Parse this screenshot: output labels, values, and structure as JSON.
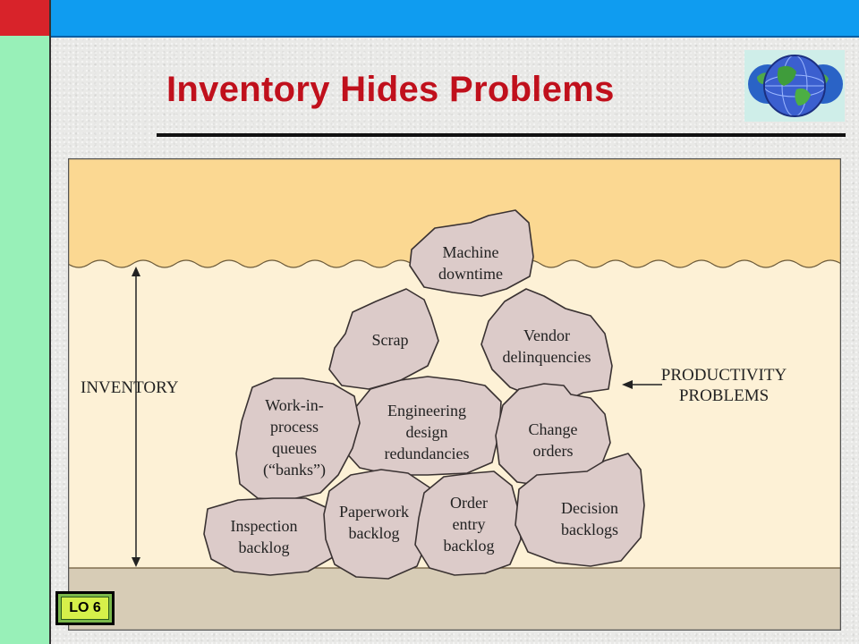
{
  "slide": {
    "title": "Inventory Hides Problems",
    "lo_badge": "LO 6"
  },
  "diagram": {
    "inventory_label": "INVENTORY",
    "pointer_label_lines": [
      "PRODUCTIVITY",
      "PROBLEMS"
    ],
    "rocks": [
      {
        "id": "machine-downtime",
        "lines": [
          "Machine",
          "downtime"
        ]
      },
      {
        "id": "scrap",
        "lines": [
          "Scrap"
        ]
      },
      {
        "id": "vendor-delinquencies",
        "lines": [
          "Vendor",
          "delinquencies"
        ]
      },
      {
        "id": "engineering-design-redundancies",
        "lines": [
          "Engineering",
          "design",
          "redundancies"
        ]
      },
      {
        "id": "change-orders",
        "lines": [
          "Change",
          "orders"
        ]
      },
      {
        "id": "work-in-process-queues",
        "lines": [
          "Work-in-",
          "process",
          "queues",
          "(“banks”)"
        ]
      },
      {
        "id": "inspection-backlog",
        "lines": [
          "Inspection",
          "backlog"
        ]
      },
      {
        "id": "paperwork-backlog",
        "lines": [
          "Paperwork",
          "backlog"
        ]
      },
      {
        "id": "order-entry-backlog",
        "lines": [
          "Order",
          "entry",
          "backlog"
        ]
      },
      {
        "id": "decision-backlogs",
        "lines": [
          "Decision",
          "backlogs"
        ]
      }
    ]
  },
  "colors": {
    "title": "#c0101c",
    "top_bar": "#0f9cf0",
    "top_red_block": "#d8232a",
    "left_bar": "#98f0b8",
    "water_upper": "#fbd892",
    "water_lower": "#fdf1d6",
    "seabed": "#d7ccb6",
    "rock": "#dccbc9"
  }
}
